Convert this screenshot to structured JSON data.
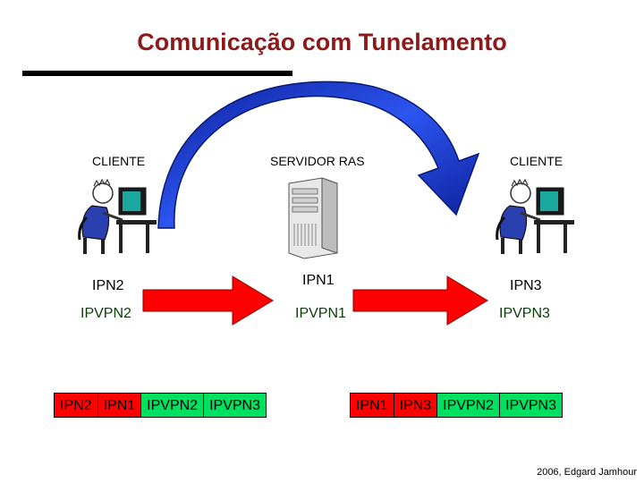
{
  "title": "Comunicação com Tunelamento",
  "nodes": {
    "left_client": "CLIENTE",
    "server": "SERVIDOR RAS",
    "right_client": "CLIENTE"
  },
  "addresses": {
    "left_ip": "IPN2",
    "left_vpn": "IPVPN2",
    "server_ip": "IPN1",
    "server_vpn": "IPVPN1",
    "right_ip": "IPN3",
    "right_vpn": "IPVPN3"
  },
  "packets": {
    "left": {
      "outer": [
        "IPN2",
        "IPN1"
      ],
      "inner": [
        "IPVPN2",
        "IPVPN3"
      ]
    },
    "right": {
      "outer": [
        "IPN1",
        "IPN3"
      ],
      "inner": [
        "IPVPN2",
        "IPVPN3"
      ]
    }
  },
  "colors": {
    "title": "#8B1A1A",
    "arrow_red": "#ff0000",
    "tunnel_blue": "#1a3fd1",
    "inner_header_green": "#00e060"
  },
  "footer": "2006, Edgard Jamhour"
}
